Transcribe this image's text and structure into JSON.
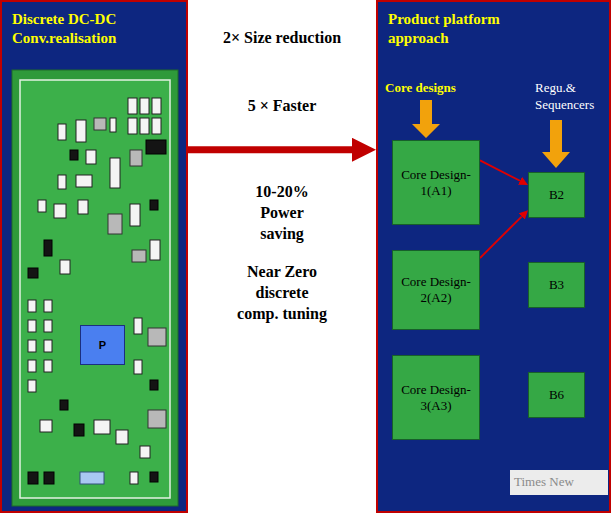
{
  "diagram": {
    "nodes": [
      {
        "text": [
          "Discrete DC-DC Conv.realisation"
        ]
      },
      {
        "text": [
          "P"
        ],
        "in": 0
      },
      {
        "text": [
          "Product platform approach"
        ]
      },
      {
        "text": [
          "Core Design-1(A1)"
        ],
        "in": 2
      },
      {
        "text": [
          "B2"
        ],
        "in": 2
      },
      {
        "text": [
          "Core Design-2(A2)"
        ],
        "in": 2
      },
      {
        "text": [
          "B3"
        ],
        "in": 2
      },
      {
        "text": [
          "Core Design-3(A3)"
        ],
        "in": 2
      },
      {
        "text": [
          "B6"
        ],
        "in": 2
      }
    ],
    "edges": [
      {
        "from": 0,
        "to": 2,
        "arrow": "to"
      },
      {
        "from": 3,
        "to": 4,
        "arrow": "to"
      },
      {
        "from": 5,
        "to": 4,
        "arrow": "to"
      }
    ],
    "labels": [
      "2× Size reduction",
      "5 × Faster",
      "10-20% Power saving",
      "Near Zero discrete comp. tuning",
      "Core designs",
      "Regu.& Sequencers",
      "Times New"
    ]
  }
}
